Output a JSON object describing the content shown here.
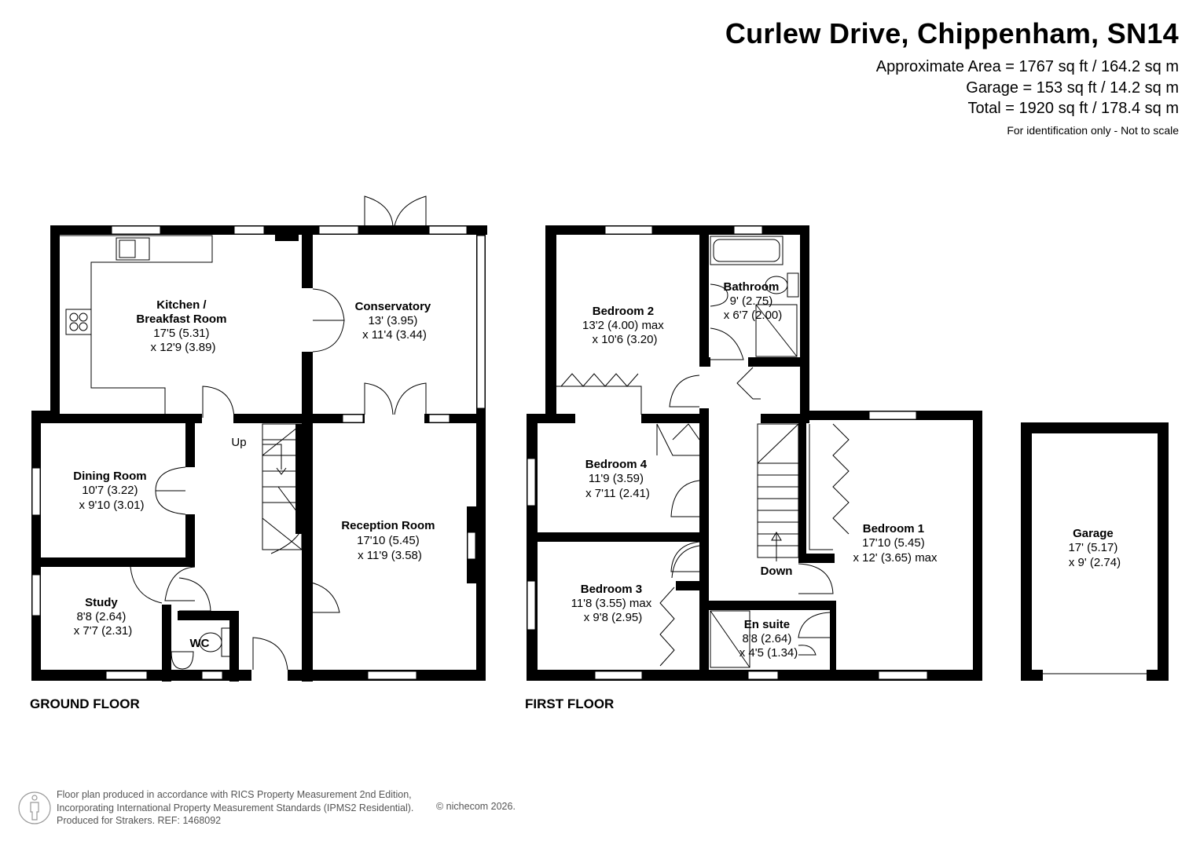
{
  "header": {
    "title": "Curlew Drive, Chippenham, SN14",
    "approx_area": "Approximate Area = 1767 sq ft / 164.2 sq m",
    "garage_area": "Garage = 153 sq ft / 14.2 sq m",
    "total_area": "Total = 1920 sq ft / 178.4 sq m",
    "note": "For identification only - Not to scale"
  },
  "floors": {
    "ground": "GROUND FLOOR",
    "first": "FIRST FLOOR"
  },
  "rooms": {
    "kitchen": {
      "name1": "Kitchen /",
      "name2": "Breakfast Room",
      "dim1": "17'5 (5.31)",
      "dim2": "x 12'9 (3.89)"
    },
    "conservatory": {
      "name": "Conservatory",
      "dim1": "13' (3.95)",
      "dim2": "x 11'4 (3.44)"
    },
    "dining": {
      "name": "Dining Room",
      "dim1": "10'7 (3.22)",
      "dim2": "x 9'10 (3.01)"
    },
    "reception": {
      "name": "Reception Room",
      "dim1": "17'10 (5.45)",
      "dim2": "x 11'9 (3.58)"
    },
    "study": {
      "name": "Study",
      "dim1": "8'8 (2.64)",
      "dim2": "x 7'7 (2.31)"
    },
    "wc": {
      "name": "WC"
    },
    "bedroom2": {
      "name": "Bedroom 2",
      "dim1": "13'2 (4.00) max",
      "dim2": "x 10'6 (3.20)"
    },
    "bathroom": {
      "name": "Bathroom",
      "dim1": "9' (2.75)",
      "dim2": "x 6'7 (2.00)"
    },
    "bedroom4": {
      "name": "Bedroom 4",
      "dim1": "11'9 (3.59)",
      "dim2": "x 7'11 (2.41)"
    },
    "bedroom3": {
      "name": "Bedroom 3",
      "dim1": "11'8 (3.55) max",
      "dim2": "x 9'8 (2.95)"
    },
    "bedroom1": {
      "name": "Bedroom 1",
      "dim1": "17'10 (5.45)",
      "dim2": "x 12' (3.65) max"
    },
    "ensuite": {
      "name": "En suite",
      "dim1": "8'8 (2.64)",
      "dim2": "x 4'5 (1.34)"
    },
    "garage": {
      "name": "Garage",
      "dim1": "17' (5.17)",
      "dim2": "x 9' (2.74)"
    }
  },
  "stairs": {
    "up": "Up",
    "down": "Down"
  },
  "footer": {
    "line1": "Floor plan produced in accordance with RICS Property Measurement 2nd Edition,",
    "line2": "Incorporating International Property Measurement Standards (IPMS2 Residential).",
    "line3": "Produced for Strakers.   REF: 1468092",
    "copyright": "© nichecom 2026."
  },
  "colors": {
    "wall": "#000000",
    "background": "#ffffff"
  }
}
